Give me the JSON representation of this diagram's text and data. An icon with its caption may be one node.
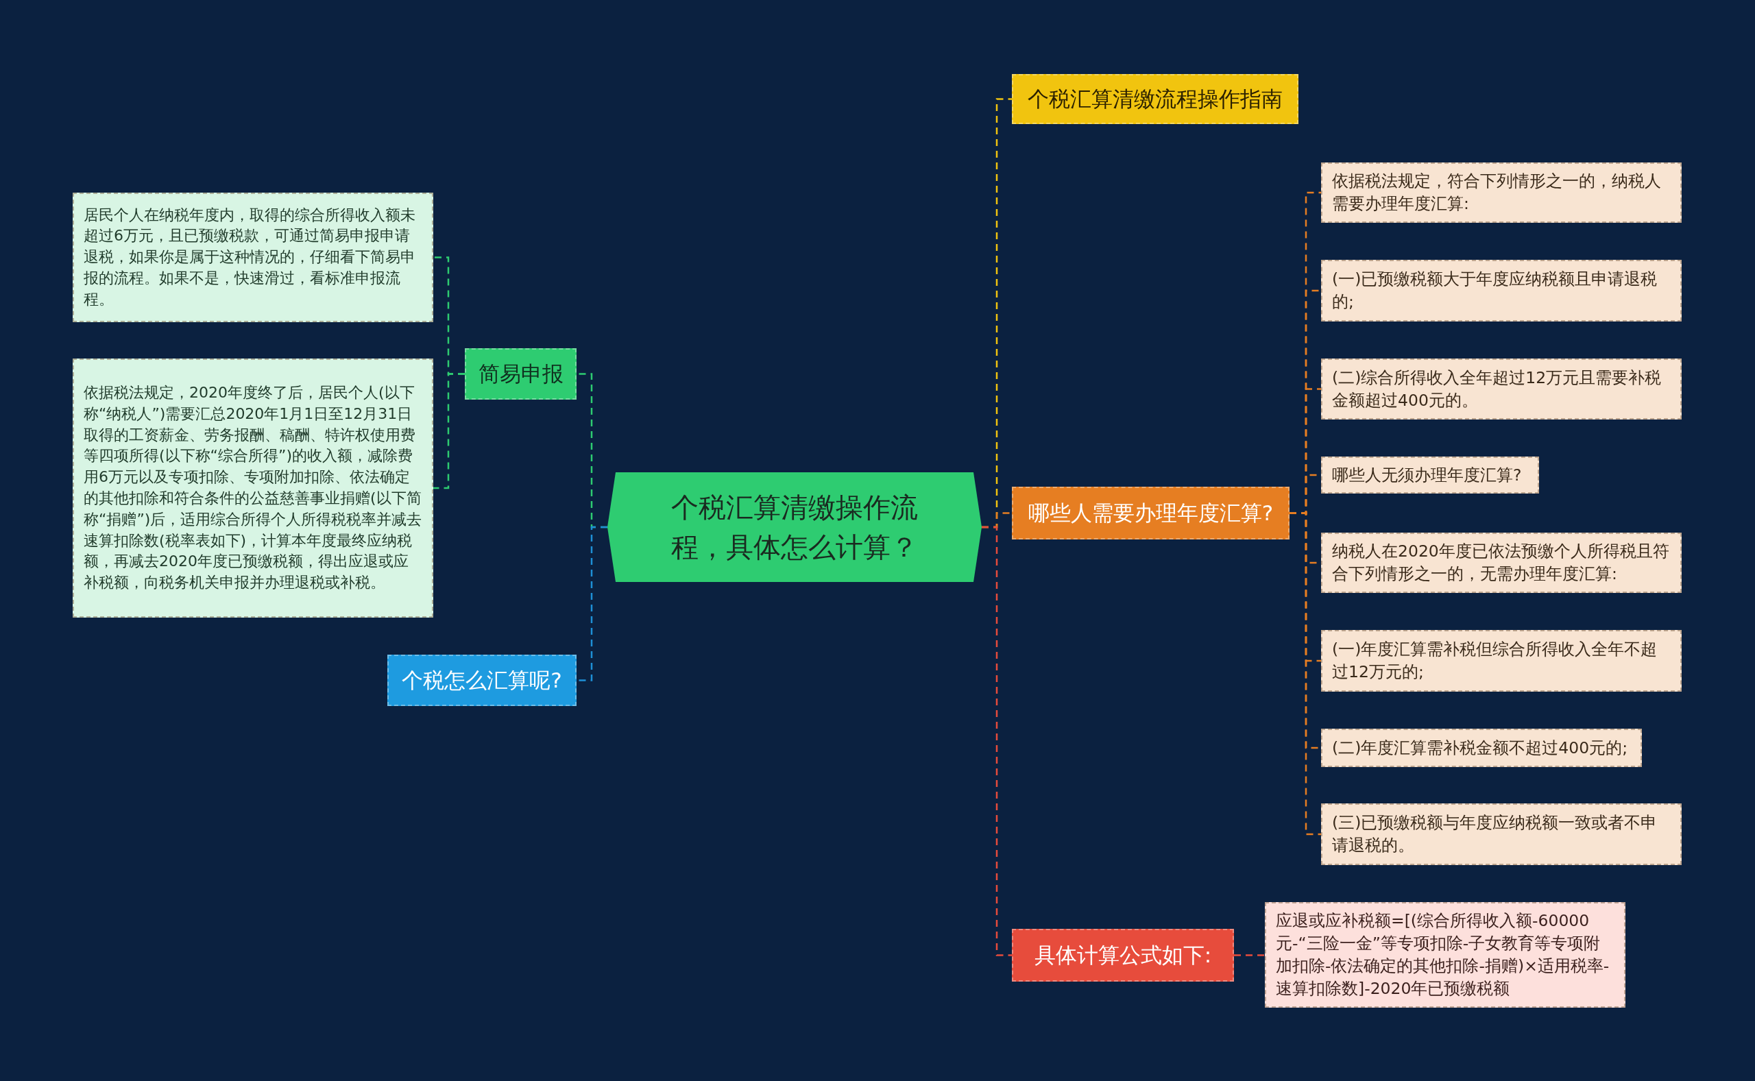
{
  "diagram": {
    "nodes": [
      {
        "text": [
          "个税汇算清缴操作流程，具体怎么计算？"
        ]
      },
      {
        "text": [
          "简易申报"
        ]
      },
      {
        "text": [
          "居民个人在纳税年度内，取得的综合所得收入额未超过6万元，且已预缴税款，可通过简易申报申请退税，如果你是属于这种情况的，仔细看下简易申报的流程。如果不是，快速滑过，看标准申报流程。"
        ]
      },
      {
        "text": [
          "依据税法规定，2020年度终了后，居民个人(以下称“纳税人”)需要汇总2020年1月1日至12月31日取得的工资薪金、劳务报酬、稿酬、特许权使用费等四项所得(以下称“综合所得”)的收入额，减除费用6万元以及专项扣除、专项附加扣除、依法确定的其他扣除和符合条件的公益慈善事业捐赠(以下简称“捐赠”)后，适用综合所得个人所得税税率并减去速算扣除数(税率表如下)，计算本年度最终应纳税额，再减去2020年度已预缴税额，得出应退或应补税额，向税务机关申报并办理退税或补税。"
        ]
      },
      {
        "text": [
          "个税怎么汇算呢?"
        ]
      },
      {
        "text": [
          "个税汇算清缴流程操作指南"
        ]
      },
      {
        "text": [
          "哪些人需要办理年度汇算?"
        ]
      },
      {
        "text": [
          "依据税法规定，符合下列情形之一的，纳税人需要办理年度汇算:"
        ]
      },
      {
        "text": [
          "(一)已预缴税额大于年度应纳税额且申请退税的;"
        ]
      },
      {
        "text": [
          "(二)综合所得收入全年超过12万元且需要补税金额超过400元的。"
        ]
      },
      {
        "text": [
          "哪些人无须办理年度汇算?"
        ]
      },
      {
        "text": [
          "纳税人在2020年度已依法预缴个人所得税且符合下列情形之一的，无需办理年度汇算:"
        ]
      },
      {
        "text": [
          "(一)年度汇算需补税但综合所得收入全年不超过12万元的;"
        ]
      },
      {
        "text": [
          "(二)年度汇算需补税金额不超过400元的;"
        ]
      },
      {
        "text": [
          "(三)已预缴税额与年度应纳税额一致或者不申请退税的。"
        ]
      },
      {
        "text": [
          "具体计算公式如下:"
        ]
      },
      {
        "text": [
          "应退或应补税额=[(综合所得收入额-60000元-“三险一金”等专项扣除-子女教育等专项附加扣除-依法确定的其他扣除-捐赠)×适用税率-速算扣除数]-2020年已预缴税额"
        ]
      }
    ],
    "edges": [
      {
        "from": 0,
        "to": 1,
        "arrow": "none",
        "style": "dashed",
        "color": "#2ecc71"
      },
      {
        "from": 1,
        "to": 2,
        "arrow": "none",
        "style": "dashed",
        "color": "#2ecc71"
      },
      {
        "from": 1,
        "to": 3,
        "arrow": "none",
        "style": "dashed",
        "color": "#2ecc71"
      },
      {
        "from": 0,
        "to": 4,
        "arrow": "none",
        "style": "dashed",
        "color": "#1e90d6"
      },
      {
        "from": 0,
        "to": 5,
        "arrow": "none",
        "style": "dashed",
        "color": "#f1c40f"
      },
      {
        "from": 0,
        "to": 6,
        "arrow": "none",
        "style": "dashed"
      },
      {
        "from": 6,
        "to": 7,
        "arrow": "none",
        "style": "dashed"
      },
      {
        "from": 6,
        "to": 8,
        "arrow": "none",
        "style": "dashed"
      },
      {
        "from": 6,
        "to": 9,
        "arrow": "none",
        "style": "dashed"
      },
      {
        "from": 6,
        "to": 10,
        "arrow": "none",
        "style": "dashed"
      },
      {
        "from": 6,
        "to": 11,
        "arrow": "none",
        "style": "dashed"
      },
      {
        "from": 6,
        "to": 12,
        "arrow": "none",
        "style": "dashed"
      },
      {
        "from": 6,
        "to": 13,
        "arrow": "none",
        "style": "dashed"
      },
      {
        "from": 6,
        "to": 14,
        "arrow": "none",
        "style": "dashed"
      },
      {
        "from": 0,
        "to": 15,
        "arrow": "none",
        "style": "dashed",
        "color": "#e74c3c"
      },
      {
        "from": 15,
        "to": 16,
        "arrow": "none",
        "style": "dashed",
        "color": "#e74c3c"
      }
    ]
  }
}
